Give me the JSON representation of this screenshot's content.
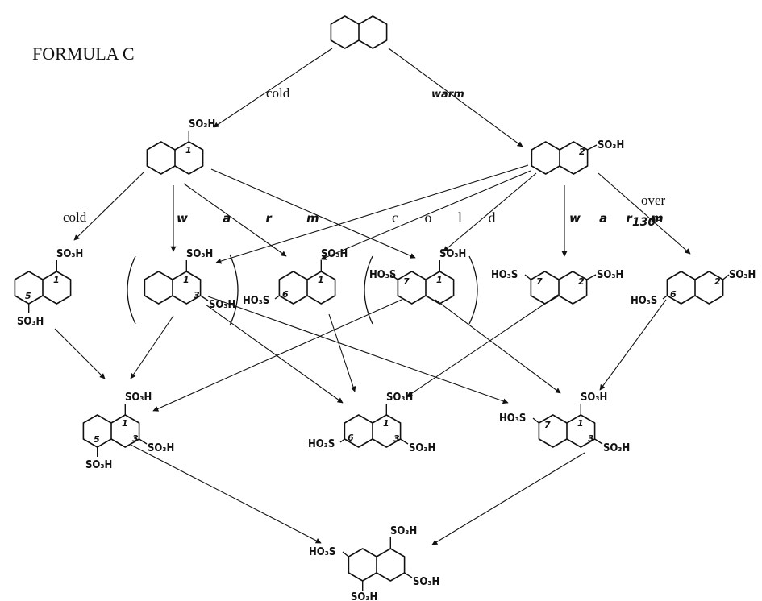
{
  "title": "FORMULA C",
  "labels": {
    "so3h": "SO₃H",
    "ho3s": "HO₃S",
    "warm_spaced": "w a r m",
    "cold_spaced": "c o l d",
    "warm": "warm",
    "cold": "cold",
    "over": "over",
    "temp": "130°"
  },
  "nodes": [
    {
      "id": "naphthalene",
      "subs": []
    },
    {
      "id": "naphthalene-1-sulfonic-acid",
      "subs": [
        {
          "pos": "1",
          "group": "SO3H"
        }
      ]
    },
    {
      "id": "naphthalene-2-sulfonic-acid",
      "subs": [
        {
          "pos": "2",
          "group": "SO3H"
        }
      ]
    },
    {
      "id": "naphthalene-1-5-disulfonic-acid",
      "subs": [
        {
          "pos": "1",
          "group": "SO3H"
        },
        {
          "pos": "5",
          "group": "SO3H"
        }
      ]
    },
    {
      "id": "naphthalene-1-3-disulfonic-acid",
      "subs": [
        {
          "pos": "1",
          "group": "SO3H"
        },
        {
          "pos": "3",
          "group": "SO3H"
        }
      ]
    },
    {
      "id": "naphthalene-1-6-disulfonic-acid",
      "subs": [
        {
          "pos": "1",
          "group": "SO3H"
        },
        {
          "pos": "6",
          "group": "HO3S"
        }
      ]
    },
    {
      "id": "naphthalene-1-7-disulfonic-acid",
      "subs": [
        {
          "pos": "1",
          "group": "SO3H"
        },
        {
          "pos": "7",
          "group": "HO3S"
        }
      ]
    },
    {
      "id": "naphthalene-2-7-disulfonic-acid",
      "subs": [
        {
          "pos": "2",
          "group": "SO3H"
        },
        {
          "pos": "7",
          "group": "HO3S"
        }
      ]
    },
    {
      "id": "naphthalene-2-6-disulfonic-acid",
      "subs": [
        {
          "pos": "2",
          "group": "SO3H"
        },
        {
          "pos": "6",
          "group": "HO3S"
        }
      ]
    },
    {
      "id": "naphthalene-1-3-5-trisulfonic-acid",
      "subs": [
        {
          "pos": "1",
          "group": "SO3H"
        },
        {
          "pos": "3",
          "group": "SO3H"
        },
        {
          "pos": "5",
          "group": "SO3H"
        }
      ]
    },
    {
      "id": "naphthalene-1-3-6-trisulfonic-acid",
      "subs": [
        {
          "pos": "1",
          "group": "SO3H"
        },
        {
          "pos": "3",
          "group": "SO3H"
        },
        {
          "pos": "6",
          "group": "HO3S"
        }
      ]
    },
    {
      "id": "naphthalene-1-3-7-trisulfonic-acid",
      "subs": [
        {
          "pos": "1",
          "group": "SO3H"
        },
        {
          "pos": "3",
          "group": "SO3H"
        },
        {
          "pos": "7",
          "group": "HO3S"
        }
      ]
    },
    {
      "id": "naphthalene-tetrasulfonic-acid",
      "subs": [
        {
          "pos": "",
          "group": "SO3H"
        },
        {
          "pos": "",
          "group": "SO3H"
        },
        {
          "pos": "",
          "group": "SO3H"
        },
        {
          "pos": "",
          "group": "HO3S"
        }
      ]
    }
  ],
  "edges": [
    {
      "from": "naphthalene",
      "to": "naphthalene-1-sulfonic-acid",
      "label": "cold"
    },
    {
      "from": "naphthalene",
      "to": "naphthalene-2-sulfonic-acid",
      "label": "warm"
    },
    {
      "from": "naphthalene-1-sulfonic-acid",
      "to": "naphthalene-1-5-disulfonic-acid",
      "label": "cold"
    },
    {
      "from": "naphthalene-1-sulfonic-acid",
      "to": "naphthalene-1-3-disulfonic-acid",
      "label": "warm"
    },
    {
      "from": "naphthalene-1-sulfonic-acid",
      "to": "naphthalene-1-6-disulfonic-acid",
      "label": "warm"
    },
    {
      "from": "naphthalene-1-sulfonic-acid",
      "to": "naphthalene-1-7-disulfonic-acid",
      "label": "warm"
    },
    {
      "from": "naphthalene-2-sulfonic-acid",
      "to": "naphthalene-1-3-disulfonic-acid",
      "label": "cold"
    },
    {
      "from": "naphthalene-2-sulfonic-acid",
      "to": "naphthalene-1-6-disulfonic-acid",
      "label": "cold"
    },
    {
      "from": "naphthalene-2-sulfonic-acid",
      "to": "naphthalene-1-7-disulfonic-acid",
      "label": "cold"
    },
    {
      "from": "naphthalene-2-sulfonic-acid",
      "to": "naphthalene-2-7-disulfonic-acid",
      "label": "warm"
    },
    {
      "from": "naphthalene-2-sulfonic-acid",
      "to": "naphthalene-2-6-disulfonic-acid",
      "label": "over 130°"
    },
    {
      "from": "naphthalene-1-5-disulfonic-acid",
      "to": "naphthalene-1-3-5-trisulfonic-acid",
      "label": ""
    },
    {
      "from": "naphthalene-1-3-disulfonic-acid",
      "to": "naphthalene-1-3-5-trisulfonic-acid",
      "label": ""
    },
    {
      "from": "naphthalene-1-3-disulfonic-acid",
      "to": "naphthalene-1-3-6-trisulfonic-acid",
      "label": ""
    },
    {
      "from": "naphthalene-1-3-disulfonic-acid",
      "to": "naphthalene-1-3-7-trisulfonic-acid",
      "label": ""
    },
    {
      "from": "naphthalene-1-6-disulfonic-acid",
      "to": "naphthalene-1-3-6-trisulfonic-acid",
      "label": ""
    },
    {
      "from": "naphthalene-1-7-disulfonic-acid",
      "to": "naphthalene-1-3-5-trisulfonic-acid",
      "label": ""
    },
    {
      "from": "naphthalene-1-7-disulfonic-acid",
      "to": "naphthalene-1-3-7-trisulfonic-acid",
      "label": ""
    },
    {
      "from": "naphthalene-2-7-disulfonic-acid",
      "to": "naphthalene-1-3-6-trisulfonic-acid",
      "label": ""
    },
    {
      "from": "naphthalene-2-6-disulfonic-acid",
      "to": "naphthalene-1-3-7-trisulfonic-acid",
      "label": ""
    },
    {
      "from": "naphthalene-1-3-5-trisulfonic-acid",
      "to": "naphthalene-tetrasulfonic-acid",
      "label": ""
    },
    {
      "from": "naphthalene-1-3-7-trisulfonic-acid",
      "to": "naphthalene-tetrasulfonic-acid",
      "label": ""
    }
  ]
}
